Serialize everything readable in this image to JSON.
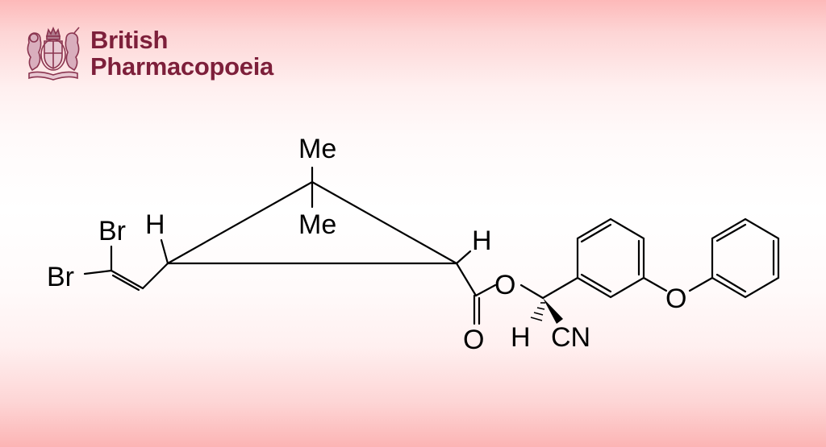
{
  "brand": {
    "line1": "British",
    "line2": "Pharmacopoeia",
    "crest_icon": "royal-coat-of-arms-icon",
    "color": "#7d1f3a"
  },
  "structure": {
    "compound_hint": "deltamethrin",
    "atom_labels": {
      "me_top": "Me",
      "me_bottom": "Me",
      "br_top": "Br",
      "br_left": "Br",
      "h_left": "H",
      "h_right": "H",
      "o_ester": "O",
      "o_carbonyl": "O",
      "h_stereo": "H",
      "cn": "CN",
      "o_ether": "O"
    },
    "bond_color": "#000000"
  },
  "background": {
    "edge_color": "#fcb4b4",
    "center_color": "#ffffff"
  }
}
